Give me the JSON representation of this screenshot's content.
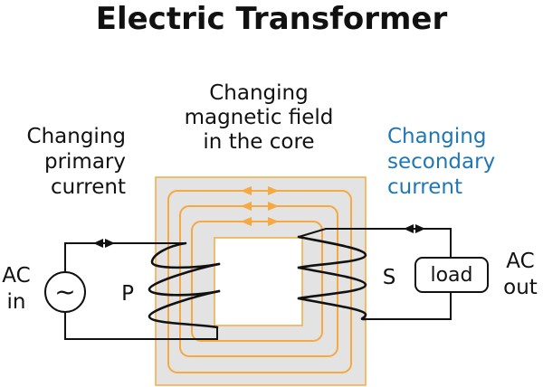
{
  "title": "Electric Transformer",
  "labels": {
    "field_line1": "Changing",
    "field_line2": "magnetic field",
    "field_line3": "in the core",
    "primary_line1": "Changing",
    "primary_line2": "primary",
    "primary_line3": "current",
    "secondary_line1": "Changing",
    "secondary_line2": "secondary",
    "secondary_line3": "current",
    "ac_in_line1": "AC",
    "ac_in_line2": "in",
    "ac_out_line1": "AC",
    "ac_out_line2": "out",
    "primary_coil": "P",
    "secondary_coil": "S",
    "load": "load",
    "ac_source_symbol": "~"
  },
  "colors": {
    "core_fill": "#e3e3e3",
    "core_border": "#f5a940",
    "flux_lines": "#f5a940",
    "secondary_text": "#1f77b4",
    "wire": "#111111"
  },
  "icons": {
    "ac_source": "ac-source-icon",
    "load": "load-resistor-icon"
  }
}
